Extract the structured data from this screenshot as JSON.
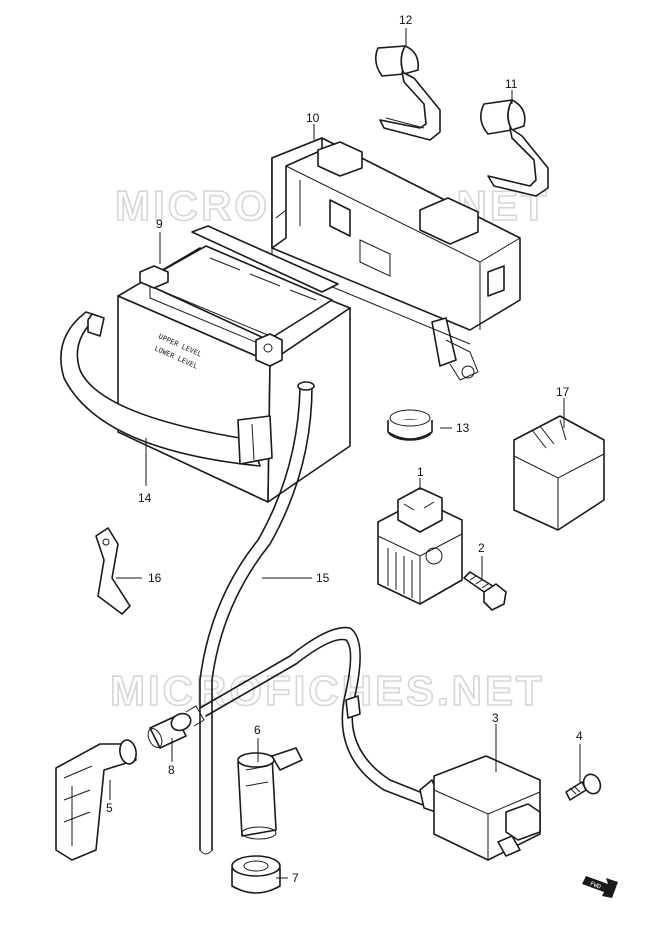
{
  "watermark": "MICROFICHES.NET",
  "callouts": {
    "c1": "1",
    "c2": "2",
    "c3": "3",
    "c4": "4",
    "c5": "5",
    "c6": "6",
    "c7": "7",
    "c8": "8",
    "c9": "9",
    "c10": "10",
    "c11": "11",
    "c12": "12",
    "c13": "13",
    "c14": "14",
    "c15": "15",
    "c16": "16",
    "c17": "17"
  },
  "battery_text": {
    "upper": "UPPER LEVEL",
    "lower": "LOWER LEVEL"
  },
  "fwd_label": "FWD",
  "colors": {
    "line": "#1a1a1a",
    "watermark_outline": "#d6d6d6",
    "background": "#ffffff"
  },
  "icons": {
    "direction_arrow": "fwd-arrow-icon"
  }
}
